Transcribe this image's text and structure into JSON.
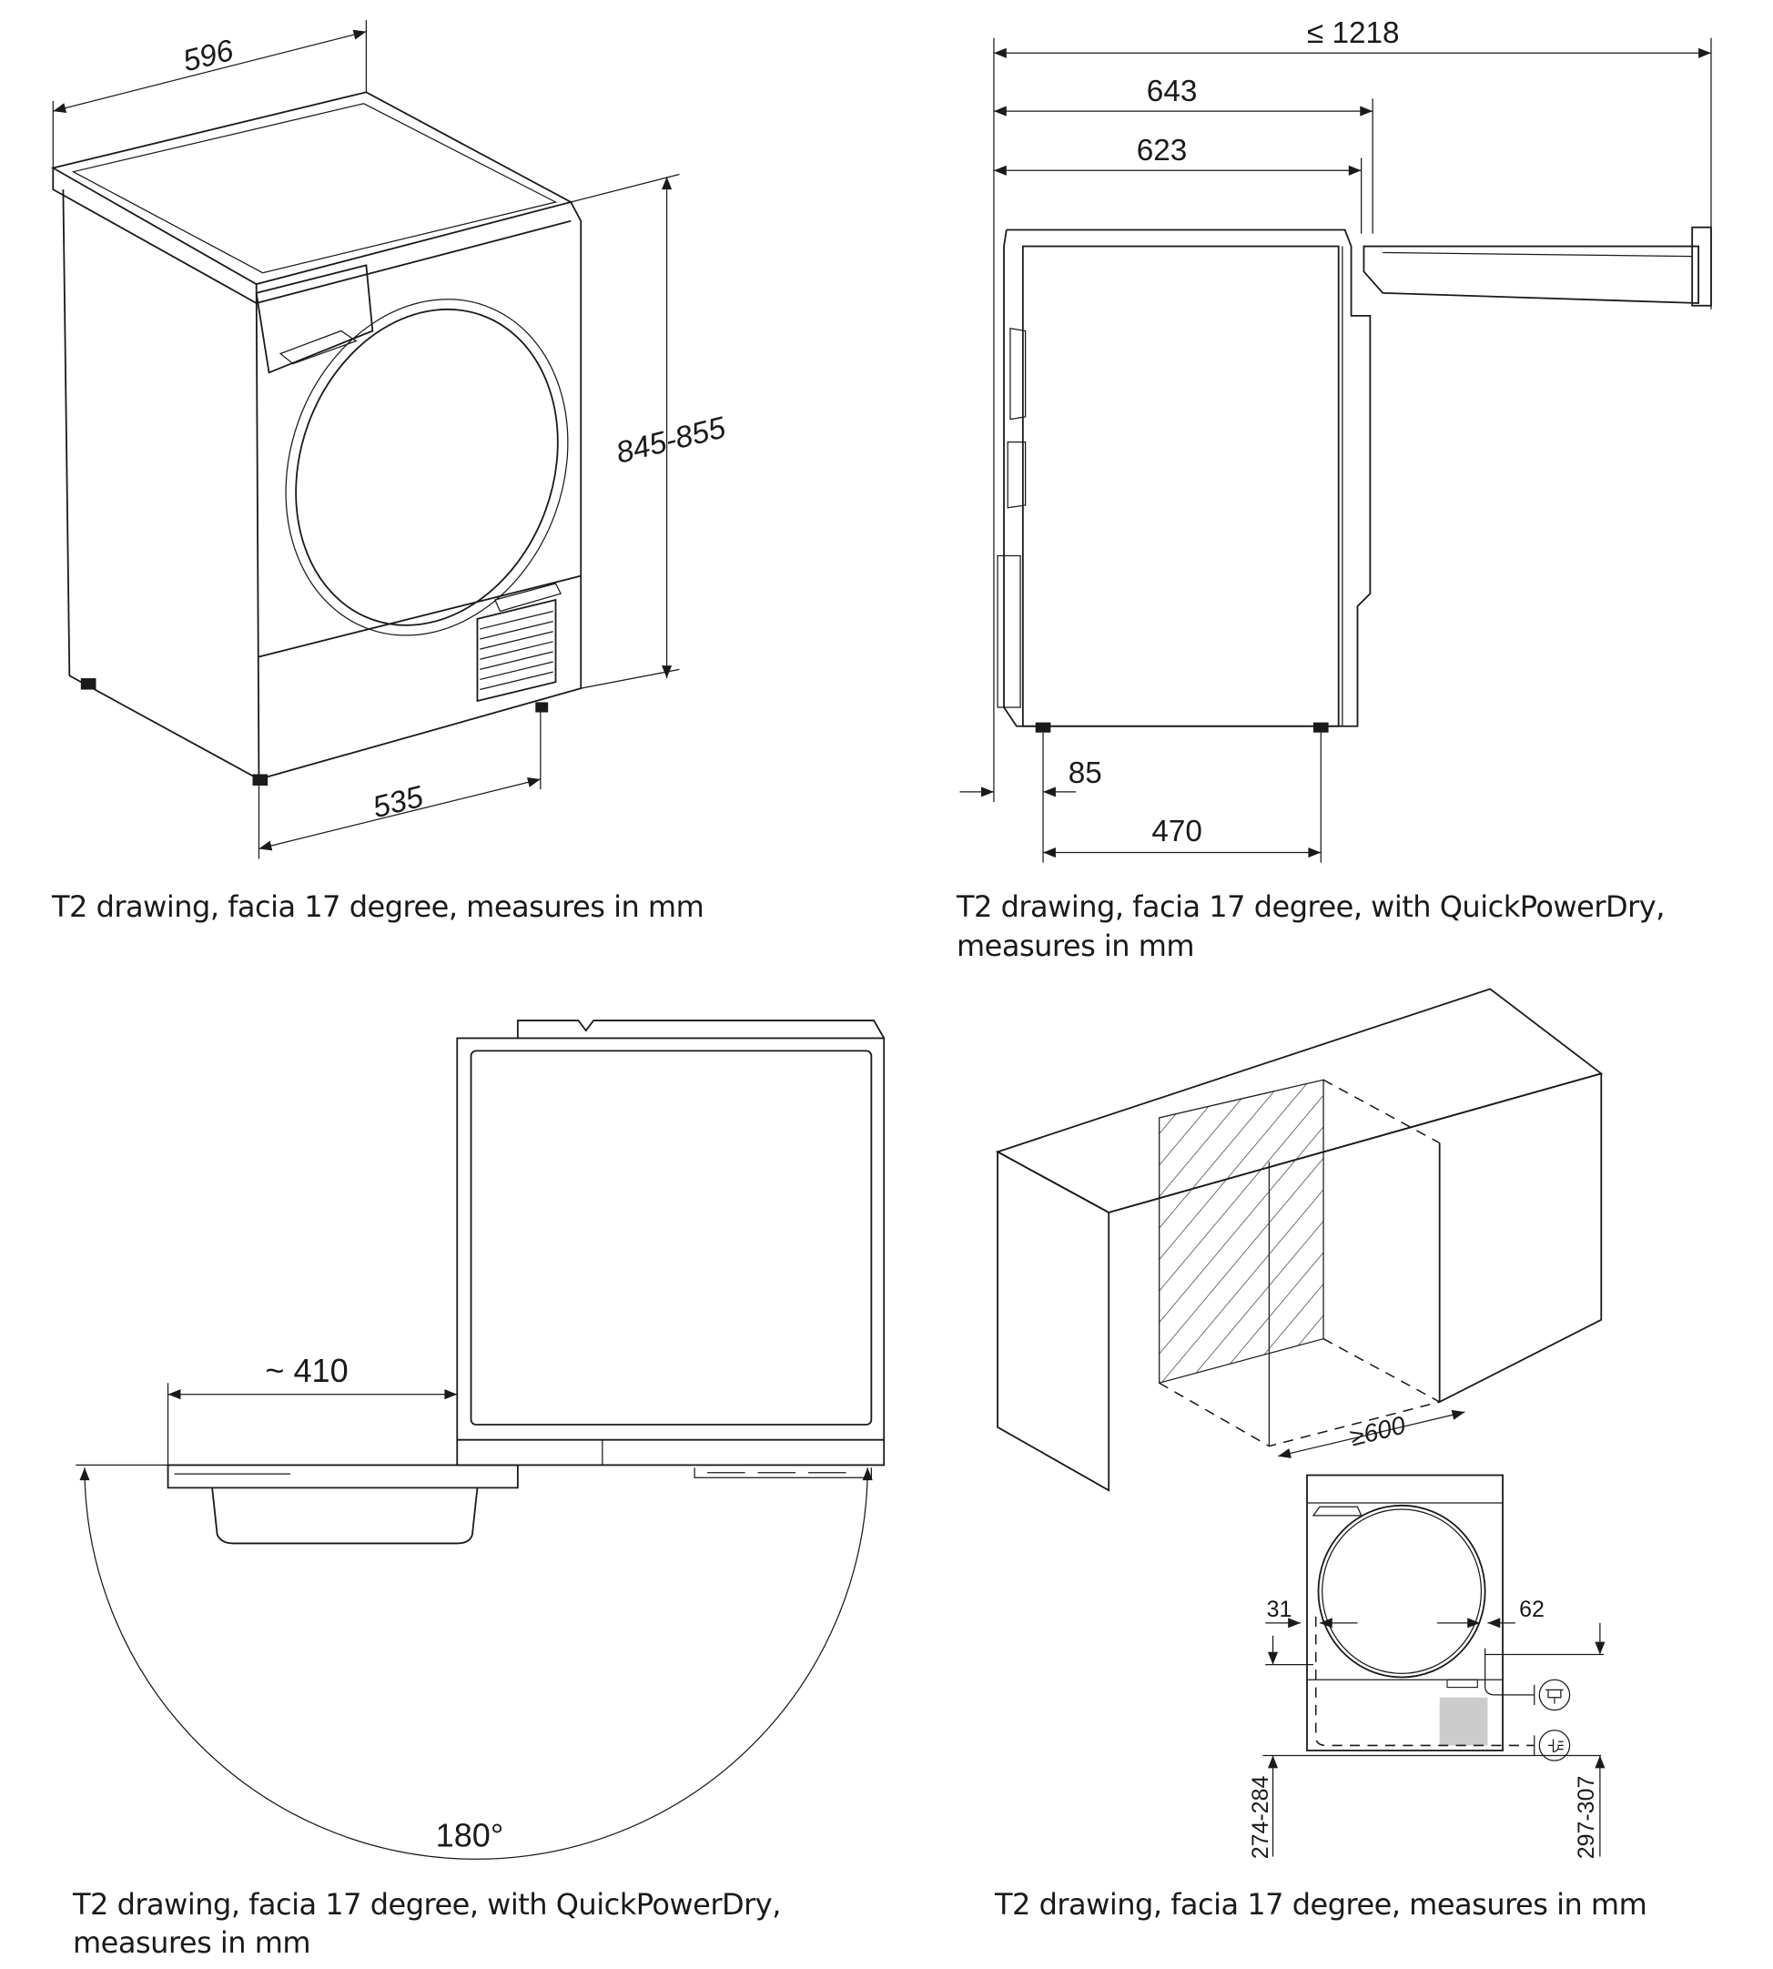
{
  "panels": [
    {
      "caption": "T2  drawing, facia 17  degree, measures in mm",
      "dimensions": {
        "width": "596",
        "height": "845-855",
        "depth": "535"
      }
    },
    {
      "caption_line1": "T2  drawing, facia 17  degree, with QuickPowerDry,",
      "caption_line2": "measures in mm",
      "dimensions": {
        "max_depth": "≤ 1218",
        "depth_643": "643",
        "depth_623": "623",
        "foot_offset": "85",
        "foot_spacing": "470"
      }
    },
    {
      "caption_line1": "T2  drawing, facia 17  degree, with QuickPowerDry,",
      "caption_line2": "measures in mm",
      "dimensions": {
        "door_clearance": "~ 410",
        "door_angle": "180°"
      }
    },
    {
      "caption": "T2  drawing, facia 17  degree, measures in mm",
      "dimensions": {
        "niche_width": "≥600",
        "left_offset": "31",
        "right_offset": "62",
        "left_height": "274-284",
        "right_height": "297-307"
      }
    }
  ]
}
